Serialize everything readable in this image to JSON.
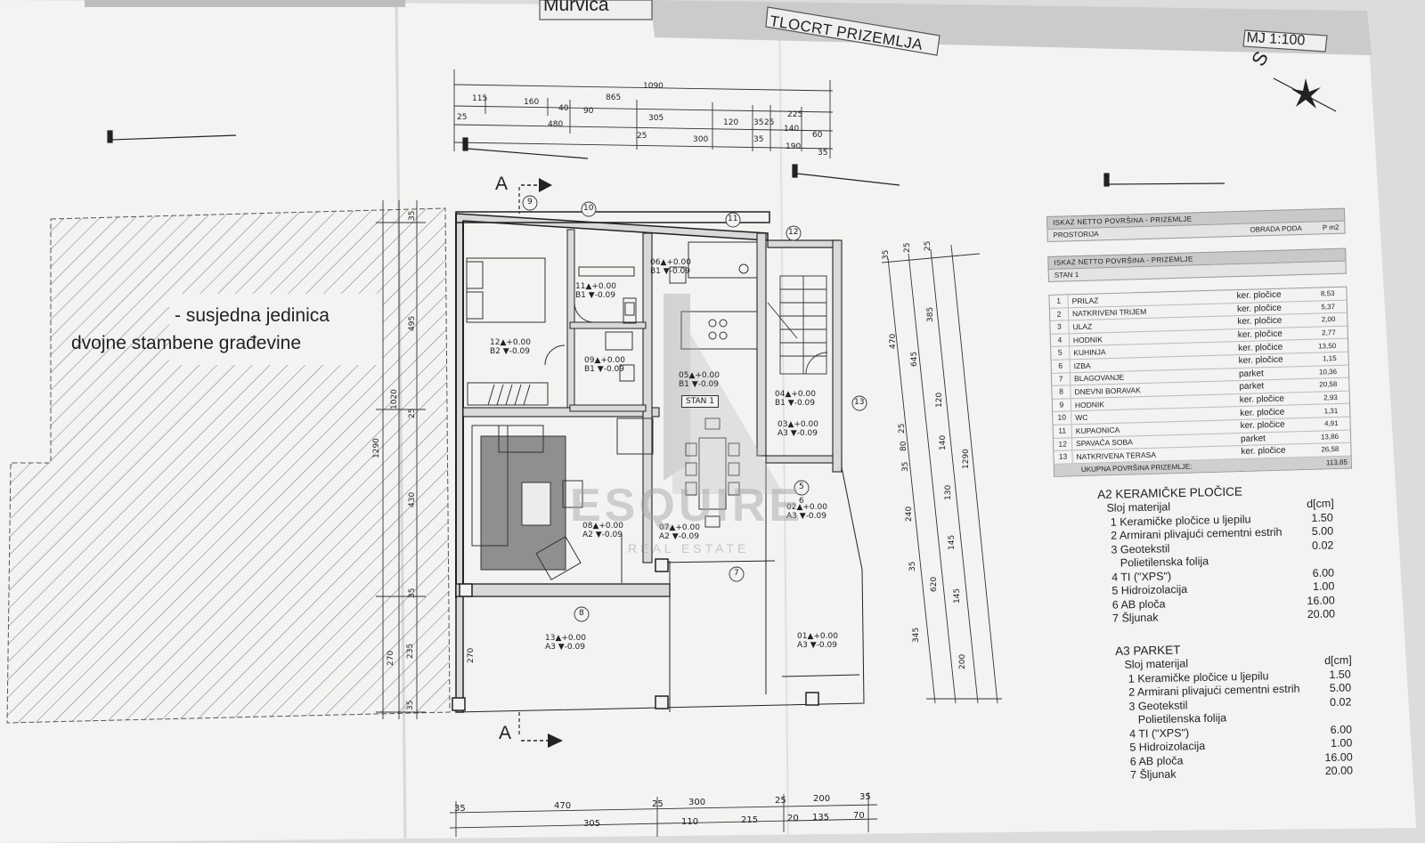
{
  "header": {
    "location_label": "Murvica",
    "sheet_title": "TLOCRT PRIZEMLJA",
    "scale": "MJ 1:100"
  },
  "neighbor_note": {
    "line1": "- susjedna jedinica",
    "line2": "dvojne stambene građevine"
  },
  "section_markers": {
    "top": "A",
    "bottom": "A"
  },
  "compass": {
    "letter": "S"
  },
  "watermark": {
    "brand": "ESQUIRE",
    "sub": "REAL ESTATE"
  },
  "top_dimensions": [
    "1090",
    "115",
    "160",
    "865",
    "40",
    "90",
    "25",
    "480",
    "305",
    "120",
    "35",
    "25",
    "225",
    "25",
    "300",
    "35",
    "140",
    "60",
    "190",
    "35"
  ],
  "bottom_dimensions": [
    "35",
    "470",
    "25",
    "300",
    "25",
    "200",
    "35",
    "305",
    "110",
    "215",
    "20",
    "135",
    "70"
  ],
  "left_dimensions": [
    "35",
    "495",
    "25",
    "1020",
    "1290",
    "430",
    "35",
    "270",
    "235",
    "35",
    "270"
  ],
  "right_dimensions": [
    "35",
    "25",
    "25",
    "385",
    "470",
    "645",
    "120",
    "25",
    "80",
    "140",
    "35",
    "1290",
    "130",
    "240",
    "145",
    "35",
    "620",
    "145",
    "345",
    "200"
  ],
  "axis_markers": [
    "9",
    "10",
    "11",
    "12",
    "13",
    "5",
    "6",
    "7",
    "8"
  ],
  "rooms": [
    {
      "id": "12",
      "level": "+0.00",
      "floor": "B2",
      "sub": "-0.09"
    },
    {
      "id": "11",
      "level": "+0.00",
      "floor": "B1",
      "sub": "-0.09"
    },
    {
      "id": "06",
      "level": "+0.00",
      "floor": "B1",
      "sub": "-0.09"
    },
    {
      "id": "09",
      "level": "+0.00",
      "floor": "B1",
      "sub": "-0.09"
    },
    {
      "id": "05",
      "level": "+0.00",
      "floor": "B1",
      "sub": "-0.09"
    },
    {
      "id": "04",
      "level": "+0.00",
      "floor": "B1",
      "sub": "-0.09"
    },
    {
      "id": "03",
      "level": "+0.00",
      "floor": "A3",
      "sub": "-0.09"
    },
    {
      "id": "08",
      "level": "+0.00",
      "floor": "A2",
      "sub": "-0.09"
    },
    {
      "id": "07",
      "level": "+0.00",
      "floor": "A2",
      "sub": "-0.09"
    },
    {
      "id": "02",
      "level": "+0.00",
      "floor": "A3",
      "sub": "-0.09"
    },
    {
      "id": "13",
      "level": "+0.00",
      "floor": "A3",
      "sub": "-0.09"
    },
    {
      "id": "01",
      "level": "+0.00",
      "floor": "A3",
      "sub": "-0.09"
    }
  ],
  "unit_tag": "STAN 1",
  "area_table": {
    "title1": "ISKAZ NETTO POVRŠINA - PRIZEMLJE",
    "col_room": "PROSTORIJA",
    "col_floor": "OBRADA PODA",
    "col_area": "P m2",
    "title2": "ISKAZ NETTO POVRŠINA - PRIZEMLJE",
    "unit": "STAN 1",
    "rows": [
      {
        "n": "1",
        "name": "PRILAZ",
        "floor": "ker. pločice",
        "area": "8,53"
      },
      {
        "n": "2",
        "name": "NATKRIVENI TRIJEM",
        "floor": "ker. pločice",
        "area": "5,37"
      },
      {
        "n": "3",
        "name": "ULAZ",
        "floor": "ker. pločice",
        "area": "2,00"
      },
      {
        "n": "4",
        "name": "HODNIK",
        "floor": "ker. pločice",
        "area": "2,77"
      },
      {
        "n": "5",
        "name": "KUHINJA",
        "floor": "ker. pločice",
        "area": "13,50"
      },
      {
        "n": "6",
        "name": "IZBA",
        "floor": "ker. pločice",
        "area": "1,15"
      },
      {
        "n": "7",
        "name": "BLAGOVANJE",
        "floor": "parket",
        "area": "10,36"
      },
      {
        "n": "8",
        "name": "DNEVNI BORAVAK",
        "floor": "parket",
        "area": "20,58"
      },
      {
        "n": "9",
        "name": "HODNIK",
        "floor": "ker. pločice",
        "area": "2,93"
      },
      {
        "n": "10",
        "name": "WC",
        "floor": "ker. pločice",
        "area": "1,31"
      },
      {
        "n": "11",
        "name": "KUPAONICA",
        "floor": "ker. pločice",
        "area": "4,91"
      },
      {
        "n": "12",
        "name": "SPAVAĆA SOBA",
        "floor": "parket",
        "area": "13,86"
      },
      {
        "n": "13",
        "name": "NATKRIVENA TERASA",
        "floor": "ker. pločice",
        "area": "26,58"
      }
    ],
    "total_label": "UKUPNA POVRŠINA PRIZEMLJE:",
    "total_value": "113,85"
  },
  "spec_a2": {
    "title": "A2  KERAMIČKE PLOČICE",
    "head_left": "Sloj materijal",
    "head_right": "d[cm]",
    "lines": [
      {
        "label": "1 Keramičke pločice u ljepilu",
        "value": "1.50"
      },
      {
        "label": "2 Armirani plivajući cementni estrih",
        "value": "5.00"
      },
      {
        "label": "3 Geotekstil",
        "value": "0.02"
      },
      {
        "label": "   Polietilenska folija",
        "value": ""
      },
      {
        "label": "4 TI (\"XPS\")",
        "value": "6.00"
      },
      {
        "label": "5 Hidroizolacija",
        "value": "1.00"
      },
      {
        "label": "6 AB ploča",
        "value": "16.00"
      },
      {
        "label": "7 Šljunak",
        "value": "20.00"
      }
    ]
  },
  "spec_a3": {
    "title": "A3  PARKET",
    "head_left": "Sloj materijal",
    "head_right": "d[cm]",
    "lines": [
      {
        "label": "1 Keramičke pločice u ljepilu",
        "value": "1.50"
      },
      {
        "label": "2 Armirani plivajući cementni estrih",
        "value": "5.00"
      },
      {
        "label": "3 Geotekstil",
        "value": "0.02"
      },
      {
        "label": "   Polietilenska folija",
        "value": ""
      },
      {
        "label": "4 TI (\"XPS\")",
        "value": "6.00"
      },
      {
        "label": "5 Hidroizolacija",
        "value": "1.00"
      },
      {
        "label": "6 AB ploča",
        "value": "16.00"
      },
      {
        "label": "7 Šljunak",
        "value": "20.00"
      }
    ]
  },
  "colors": {
    "paper": "#f2f2f0",
    "ink": "#2b2b2b",
    "band": "#c6c6c6",
    "rug": "#8f8f8f"
  }
}
